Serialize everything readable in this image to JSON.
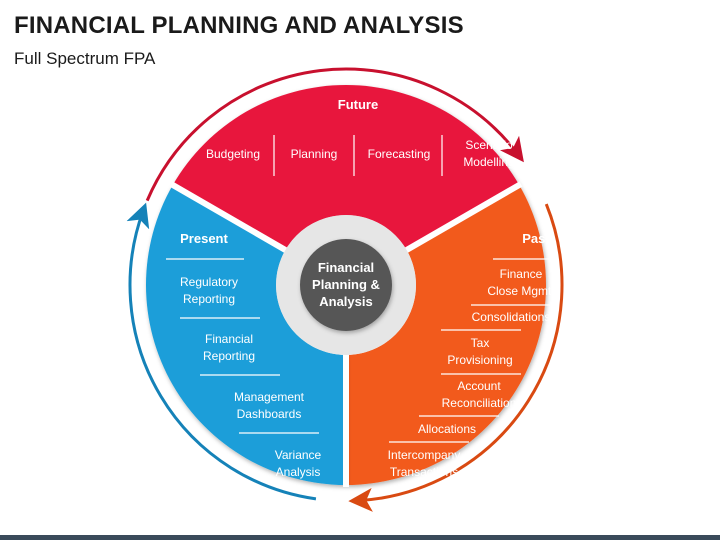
{
  "title": "FINANCIAL PLANNING AND ANALYSIS",
  "subtitle": "Full Spectrum FPA",
  "center": {
    "lines": [
      "Financial",
      "Planning &",
      "Analysis"
    ]
  },
  "future": {
    "title": "Future",
    "items": [
      [
        "Budgeting"
      ],
      [
        "Planning"
      ],
      [
        "Forecasting"
      ],
      [
        "Scenario",
        "Modelling"
      ]
    ],
    "color": "#e8173c"
  },
  "present": {
    "title": "Present",
    "items": [
      [
        "Regulatory",
        "Reporting"
      ],
      [
        "Financial",
        "Reporting"
      ],
      [
        "Management",
        "Dashboards"
      ],
      [
        "Variance",
        "Analysis"
      ]
    ],
    "color": "#1a9ed9"
  },
  "past": {
    "title": "Past",
    "items": [
      [
        "Finance",
        "Close Mgmt."
      ],
      [
        "Consolidations"
      ],
      [
        "Tax",
        "Provisioning"
      ],
      [
        "Account",
        "Reconciliation"
      ],
      [
        "Allocations"
      ],
      [
        "Intercompany",
        "Transactions"
      ]
    ],
    "color": "#f25a1d"
  },
  "colors": {
    "hub": "#575757",
    "ring": "#e6e6e6",
    "arrow_future": "#c8102e",
    "arrow_past": "#d94a12",
    "arrow_present": "#1582b8"
  }
}
